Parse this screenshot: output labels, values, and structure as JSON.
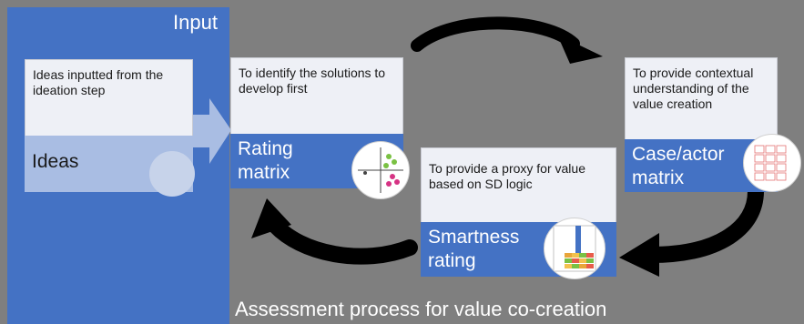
{
  "input_label": "Input",
  "footer_label": "Assessment process for value co-creation",
  "cards": {
    "ideas": {
      "description": "Ideas inputted from the ideation step",
      "title": "Ideas"
    },
    "rating": {
      "description": "To identify the solutions to develop first",
      "title_line1": "Rating",
      "title_line2": "matrix"
    },
    "smartness": {
      "description": "To provide a proxy for value based on SD logic",
      "title_line1": "Smartness",
      "title_line2": "rating"
    },
    "case_actor": {
      "description": "To provide contextual understanding of the value creation",
      "title_line1": "Case/actor",
      "title_line2": "matrix"
    }
  },
  "colors": {
    "blue": "#4472c4",
    "gray": "#7f7f7f",
    "light_blue": "#a9bde3",
    "card_top": "#eef0f6",
    "arrow": "#000000"
  }
}
